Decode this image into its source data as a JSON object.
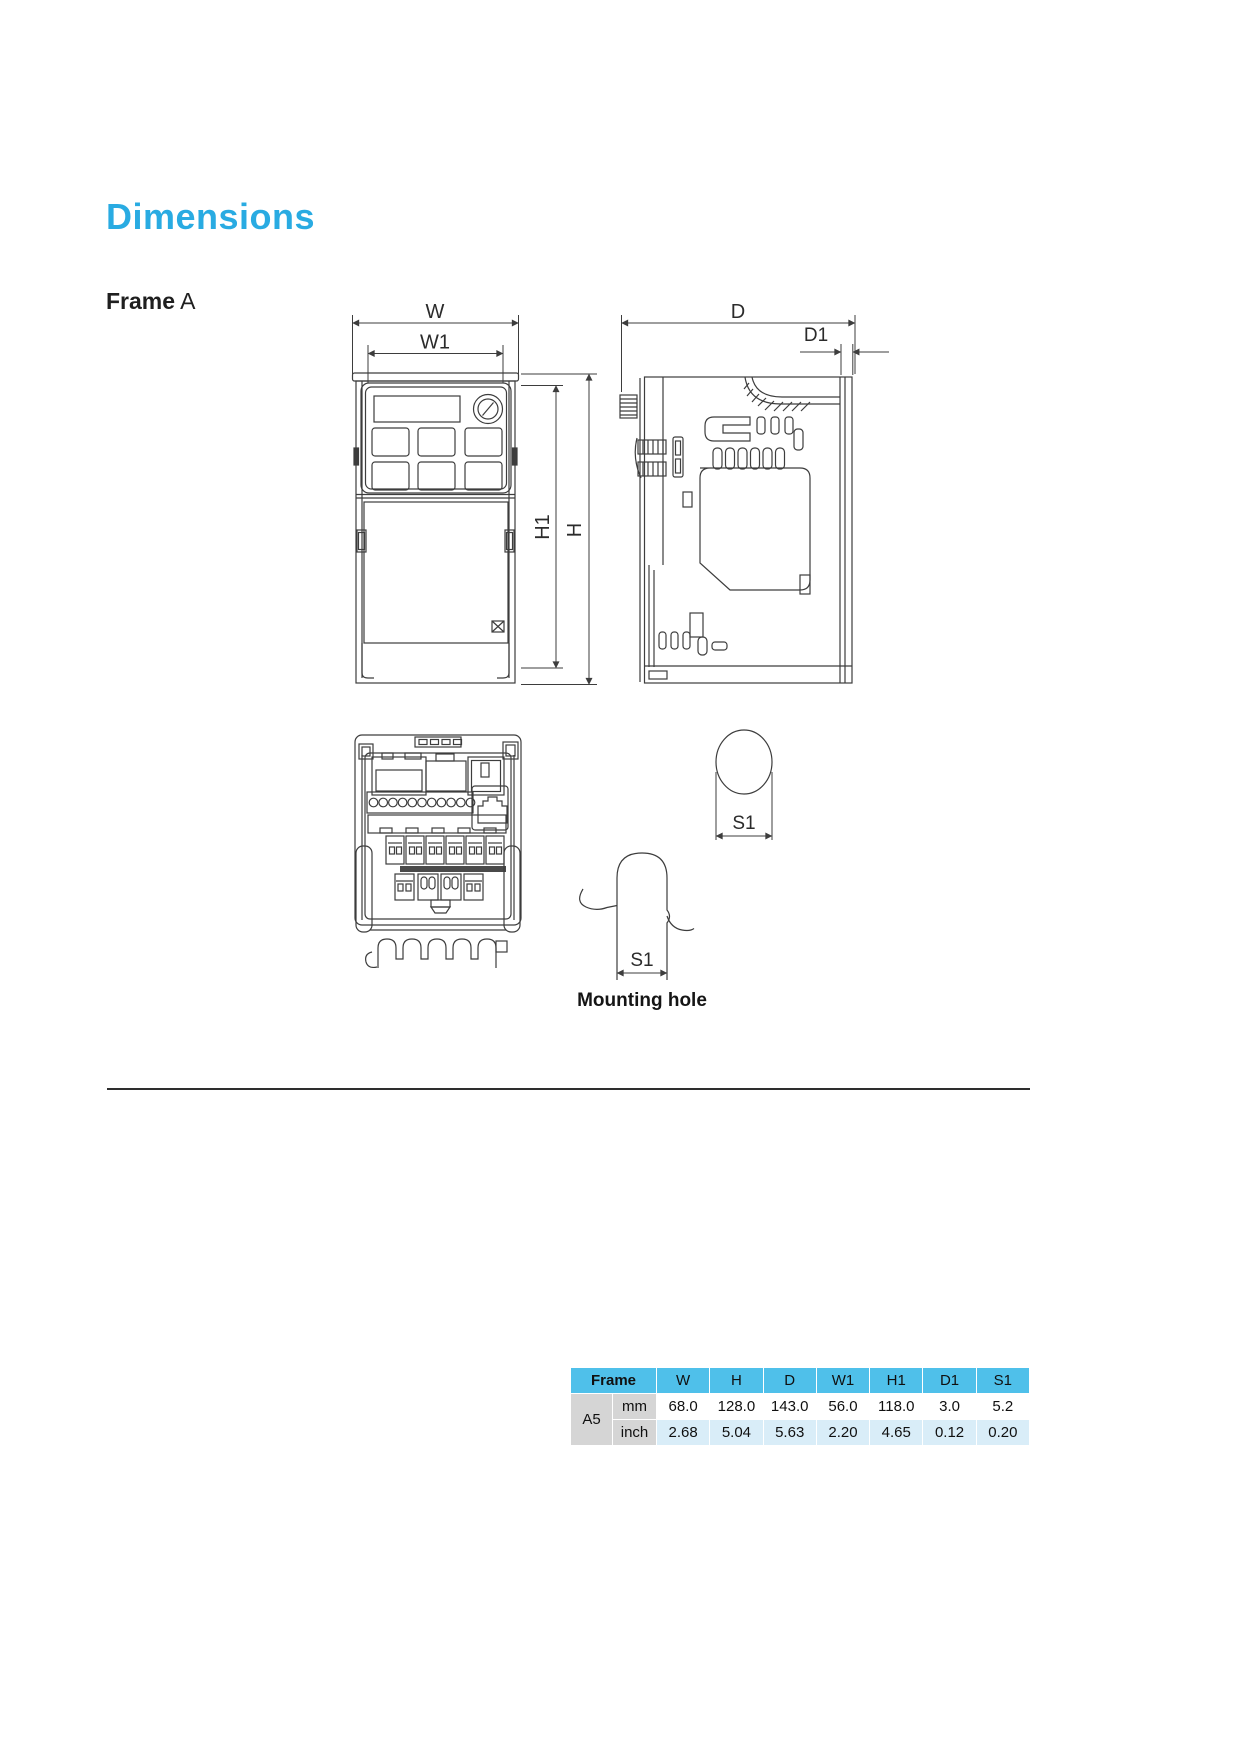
{
  "page": {
    "title": "Dimensions",
    "frame_label": "Frame",
    "frame_value": "A",
    "mounting_hole_caption": "Mounting hole"
  },
  "colors": {
    "title_blue": "#29ABE2",
    "table_header_bg": "#4FC0EA",
    "table_unit_bg": "#D5D5D5",
    "table_inch_row_bg": "#D9EDF8",
    "line_color": "#3d3d3d"
  },
  "dimension_labels": {
    "w": "W",
    "w1": "W1",
    "h": "H",
    "h1": "H1",
    "d": "D",
    "d1": "D1",
    "s1_top": "S1",
    "s1_bottom": "S1"
  },
  "table": {
    "header": {
      "frame": "Frame",
      "cols": [
        "W",
        "H",
        "D",
        "W1",
        "H1",
        "D1",
        "S1"
      ]
    },
    "frame_name": "A5",
    "rows": [
      {
        "unit": "mm",
        "values": [
          "68.0",
          "128.0",
          "143.0",
          "56.0",
          "118.0",
          "3.0",
          "5.2"
        ]
      },
      {
        "unit": "inch",
        "values": [
          "2.68",
          "5.04",
          "5.63",
          "2.20",
          "4.65",
          "0.12",
          "0.20"
        ]
      }
    ]
  }
}
